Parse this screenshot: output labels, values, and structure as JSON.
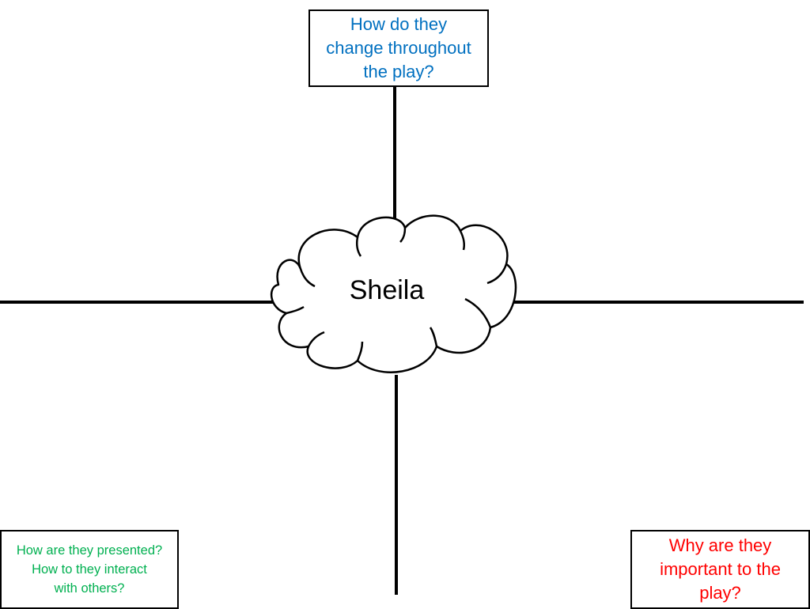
{
  "center": {
    "label": "Sheila"
  },
  "boxes": {
    "top": {
      "text": "How do they\nchange throughout\nthe play?",
      "color": "#0070c0"
    },
    "bottom_left": {
      "text": "How are they presented?\nHow to they interact\nwith others?",
      "color": "#00b050"
    },
    "bottom_right": {
      "text": "Why are they\nimportant to the\nplay?",
      "color": "#ff0000"
    }
  }
}
